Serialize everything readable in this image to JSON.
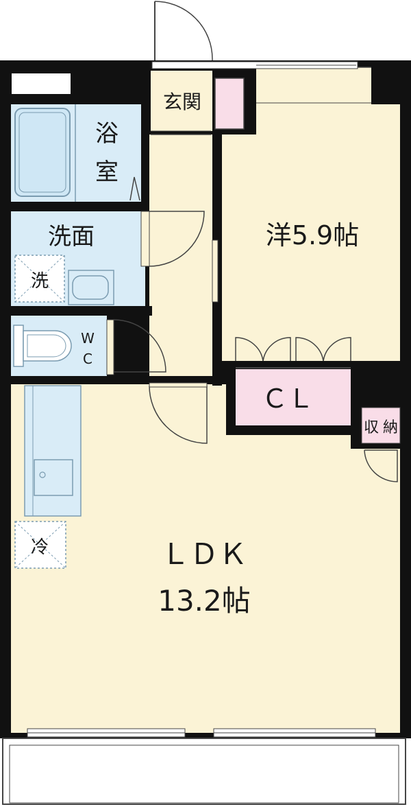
{
  "rooms": {
    "entrance": "玄関",
    "bath_line1": "浴",
    "bath_line2": "室",
    "washroom": "洗面",
    "washer": "洗",
    "toilet_line1": "W",
    "toilet_line2": "C",
    "western_room": "洋5.9帖",
    "closet": "ＣＬ",
    "storage_line1": "収",
    "storage_line2": "納",
    "fridge": "冷",
    "ldk_line1": "ＬＤＫ",
    "ldk_line2": "13.2帖"
  },
  "colors": {
    "wall": "#111111",
    "floor": "#fbf3d6",
    "water_area": "#d9ecf7",
    "closet": "#f9dde8",
    "line": "#444444"
  }
}
